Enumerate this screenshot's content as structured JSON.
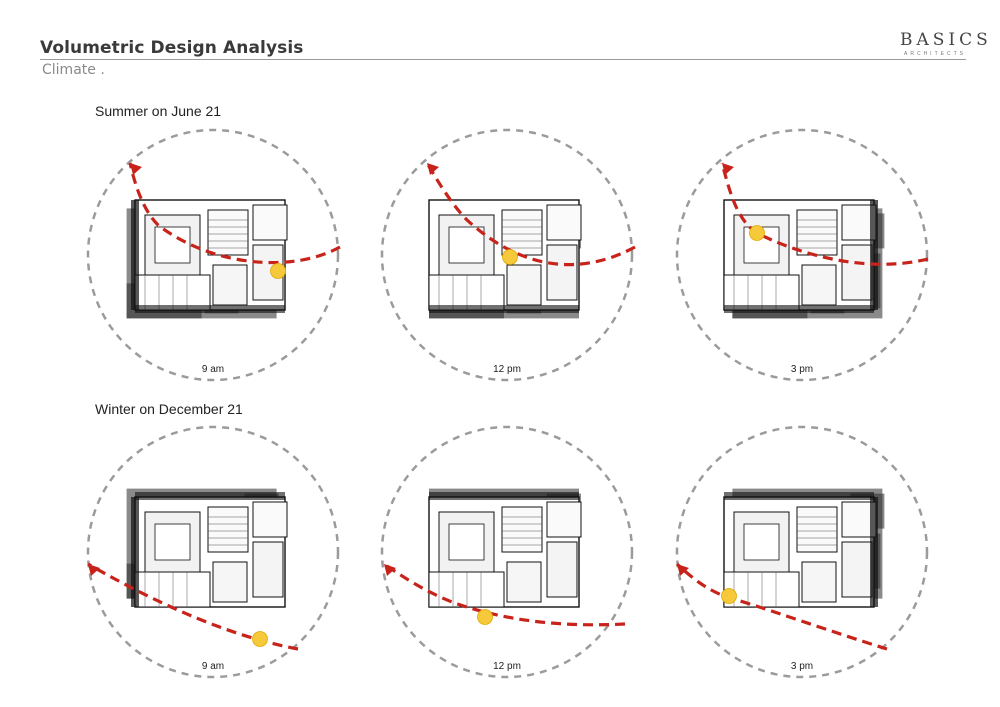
{
  "header": {
    "title": "Volumetric Design Analysis",
    "subtitle": "Climate  .",
    "logo": "BASICS",
    "logo_sub": "ARCHITECTS"
  },
  "rows": [
    {
      "title": "Summer on June 21",
      "panels": [
        {
          "time": "9 am"
        },
        {
          "time": "12 pm"
        },
        {
          "time": "3 pm"
        }
      ]
    },
    {
      "title": "Winter on December 21",
      "panels": [
        {
          "time": "9 am"
        },
        {
          "time": "12 pm"
        },
        {
          "time": "3 pm"
        }
      ]
    }
  ],
  "colors": {
    "sun": "#f5c93a",
    "path": "#c8231b",
    "circle": "#9b9b9b"
  },
  "icons": {
    "sun": "sun-icon",
    "arrow": "sun-path-arrow-icon"
  }
}
